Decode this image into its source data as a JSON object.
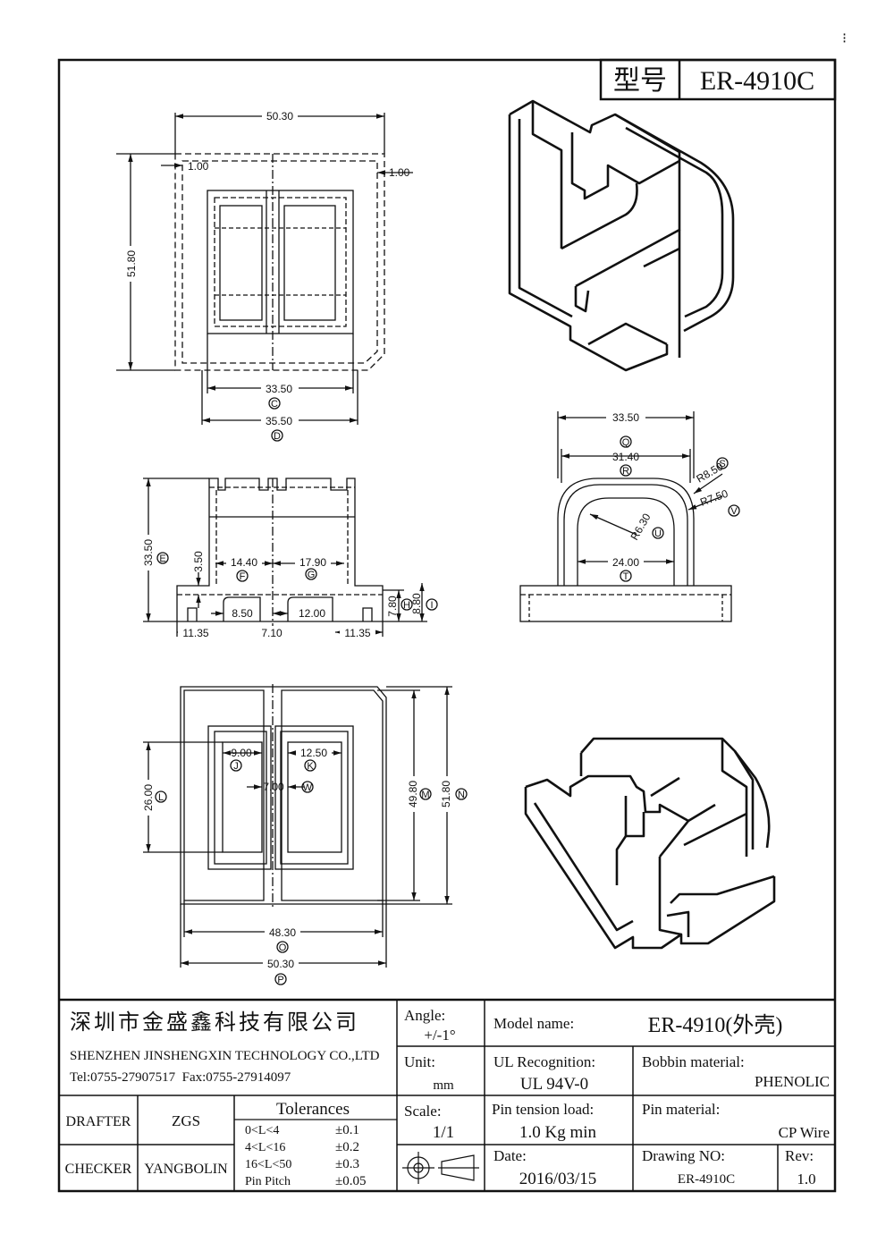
{
  "corner_mark": "⁝",
  "model_box": {
    "label": "型号",
    "value": "ER-4910C"
  },
  "top_view": {
    "overall_width": "50.30",
    "left_wall": "1.00",
    "right_wall": "1.00",
    "overall_height": "51.80",
    "dim_c": "33.50",
    "tag_c": "C",
    "dim_d": "35.50",
    "tag_d": "D"
  },
  "side_view": {
    "height_e": "33.50",
    "tag_e": "E",
    "flange": "3.50",
    "dim_f": "14.40",
    "tag_f": "F",
    "dim_g": "17.90",
    "tag_g": "G",
    "dim_h": "7.80",
    "tag_h": "H",
    "dim_i": "8.80",
    "tag_i": "I",
    "slot_left": "8.50",
    "slot_right": "12.00",
    "edge_left": "11.35",
    "center_gap": "7.10",
    "edge_right": "11.35"
  },
  "end_view": {
    "width": "33.50",
    "tag_q": "Q",
    "inner": "31.40",
    "tag_r": "R",
    "r_outer": "R8.50",
    "tag_s": "S",
    "r_mid": "R7.50",
    "tag_v": "V",
    "r_inner": "R6.30",
    "tag_u": "U",
    "bottom": "24.00",
    "tag_t": "T"
  },
  "bottom_view": {
    "dim_j": "9.00",
    "tag_j": "J",
    "dim_k": "12.50",
    "tag_k": "K",
    "dim_w": "7.00",
    "tag_w": "W",
    "dim_l": "26.00",
    "tag_l": "L",
    "dim_m": "49.80",
    "tag_m": "M",
    "dim_n": "51.80",
    "tag_n": "N",
    "dim_o": "48.30",
    "tag_o": "O",
    "dim_p": "50.30",
    "tag_p": "P"
  },
  "title_block": {
    "company_cn": "深圳市金盛鑫科技有限公司",
    "company_en": "SHENZHEN JINSHENGXIN TECHNOLOGY CO.,LTD",
    "contact": "Tel:0755-27907517  Fax:0755-27914097",
    "angle_label": "Angle:",
    "angle_value": "+/-1°",
    "model_label": "Model name:",
    "model_value": "ER-4910(外壳)",
    "unit_label": "Unit:",
    "unit_value": "mm",
    "ul_label": "UL Recognition:",
    "ul_value": "UL 94V-0",
    "bobbin_label": "Bobbin material:",
    "bobbin_value": "PHENOLIC",
    "drafter_label": "DRAFTER",
    "drafter_value": "ZGS",
    "tolerances_label": "Tolerances",
    "tol_rows": [
      {
        "range": "0<L<4",
        "value": "±0.1"
      },
      {
        "range": "4<L<16",
        "value": "±0.2"
      },
      {
        "range": "16<L<50",
        "value": "±0.3"
      },
      {
        "range": "Pin Pitch",
        "value": "±0.05"
      }
    ],
    "scale_label": "Scale:",
    "scale_value": "1/1",
    "pin_tension_label": "Pin tension load:",
    "pin_tension_value": "1.0 Kg min",
    "pin_material_label": "Pin material:",
    "pin_material_value": "CP Wire",
    "checker_label": "CHECKER",
    "checker_value": "YANGBOLIN",
    "date_label": "Date:",
    "date_value": "2016/03/15",
    "drawing_no_label": "Drawing NO:",
    "drawing_no_value": "ER-4910C",
    "rev_label": "Rev:",
    "rev_value": "1.0"
  }
}
